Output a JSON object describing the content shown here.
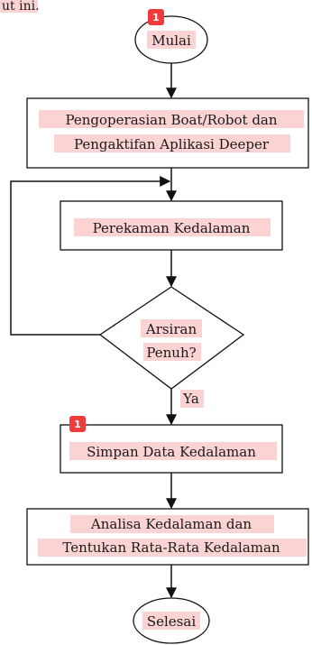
{
  "top_fragment": "ut ini.",
  "nodes": {
    "start": "Mulai",
    "process1_line1": "Pengoperasian Boat/Robot dan",
    "process1_line2": "Pengaktifan Aplikasi Deeper",
    "process2": "Perekaman Kedalaman",
    "decision_line1": "Arsiran",
    "decision_line2": "Penuh?",
    "process3": "Simpan Data Kedalaman",
    "process4_line1": "Analisa Kedalaman dan",
    "process4_line2": "Tentukan Rata-Rata Kedalaman",
    "end": "Selesai"
  },
  "edge_labels": {
    "yes": "Ya"
  },
  "badges": {
    "start_badge": "1",
    "process3_badge": "1"
  },
  "colors": {
    "highlight": "#fbd3d3",
    "badge": "#ef3b3b",
    "stroke": "#111111"
  }
}
